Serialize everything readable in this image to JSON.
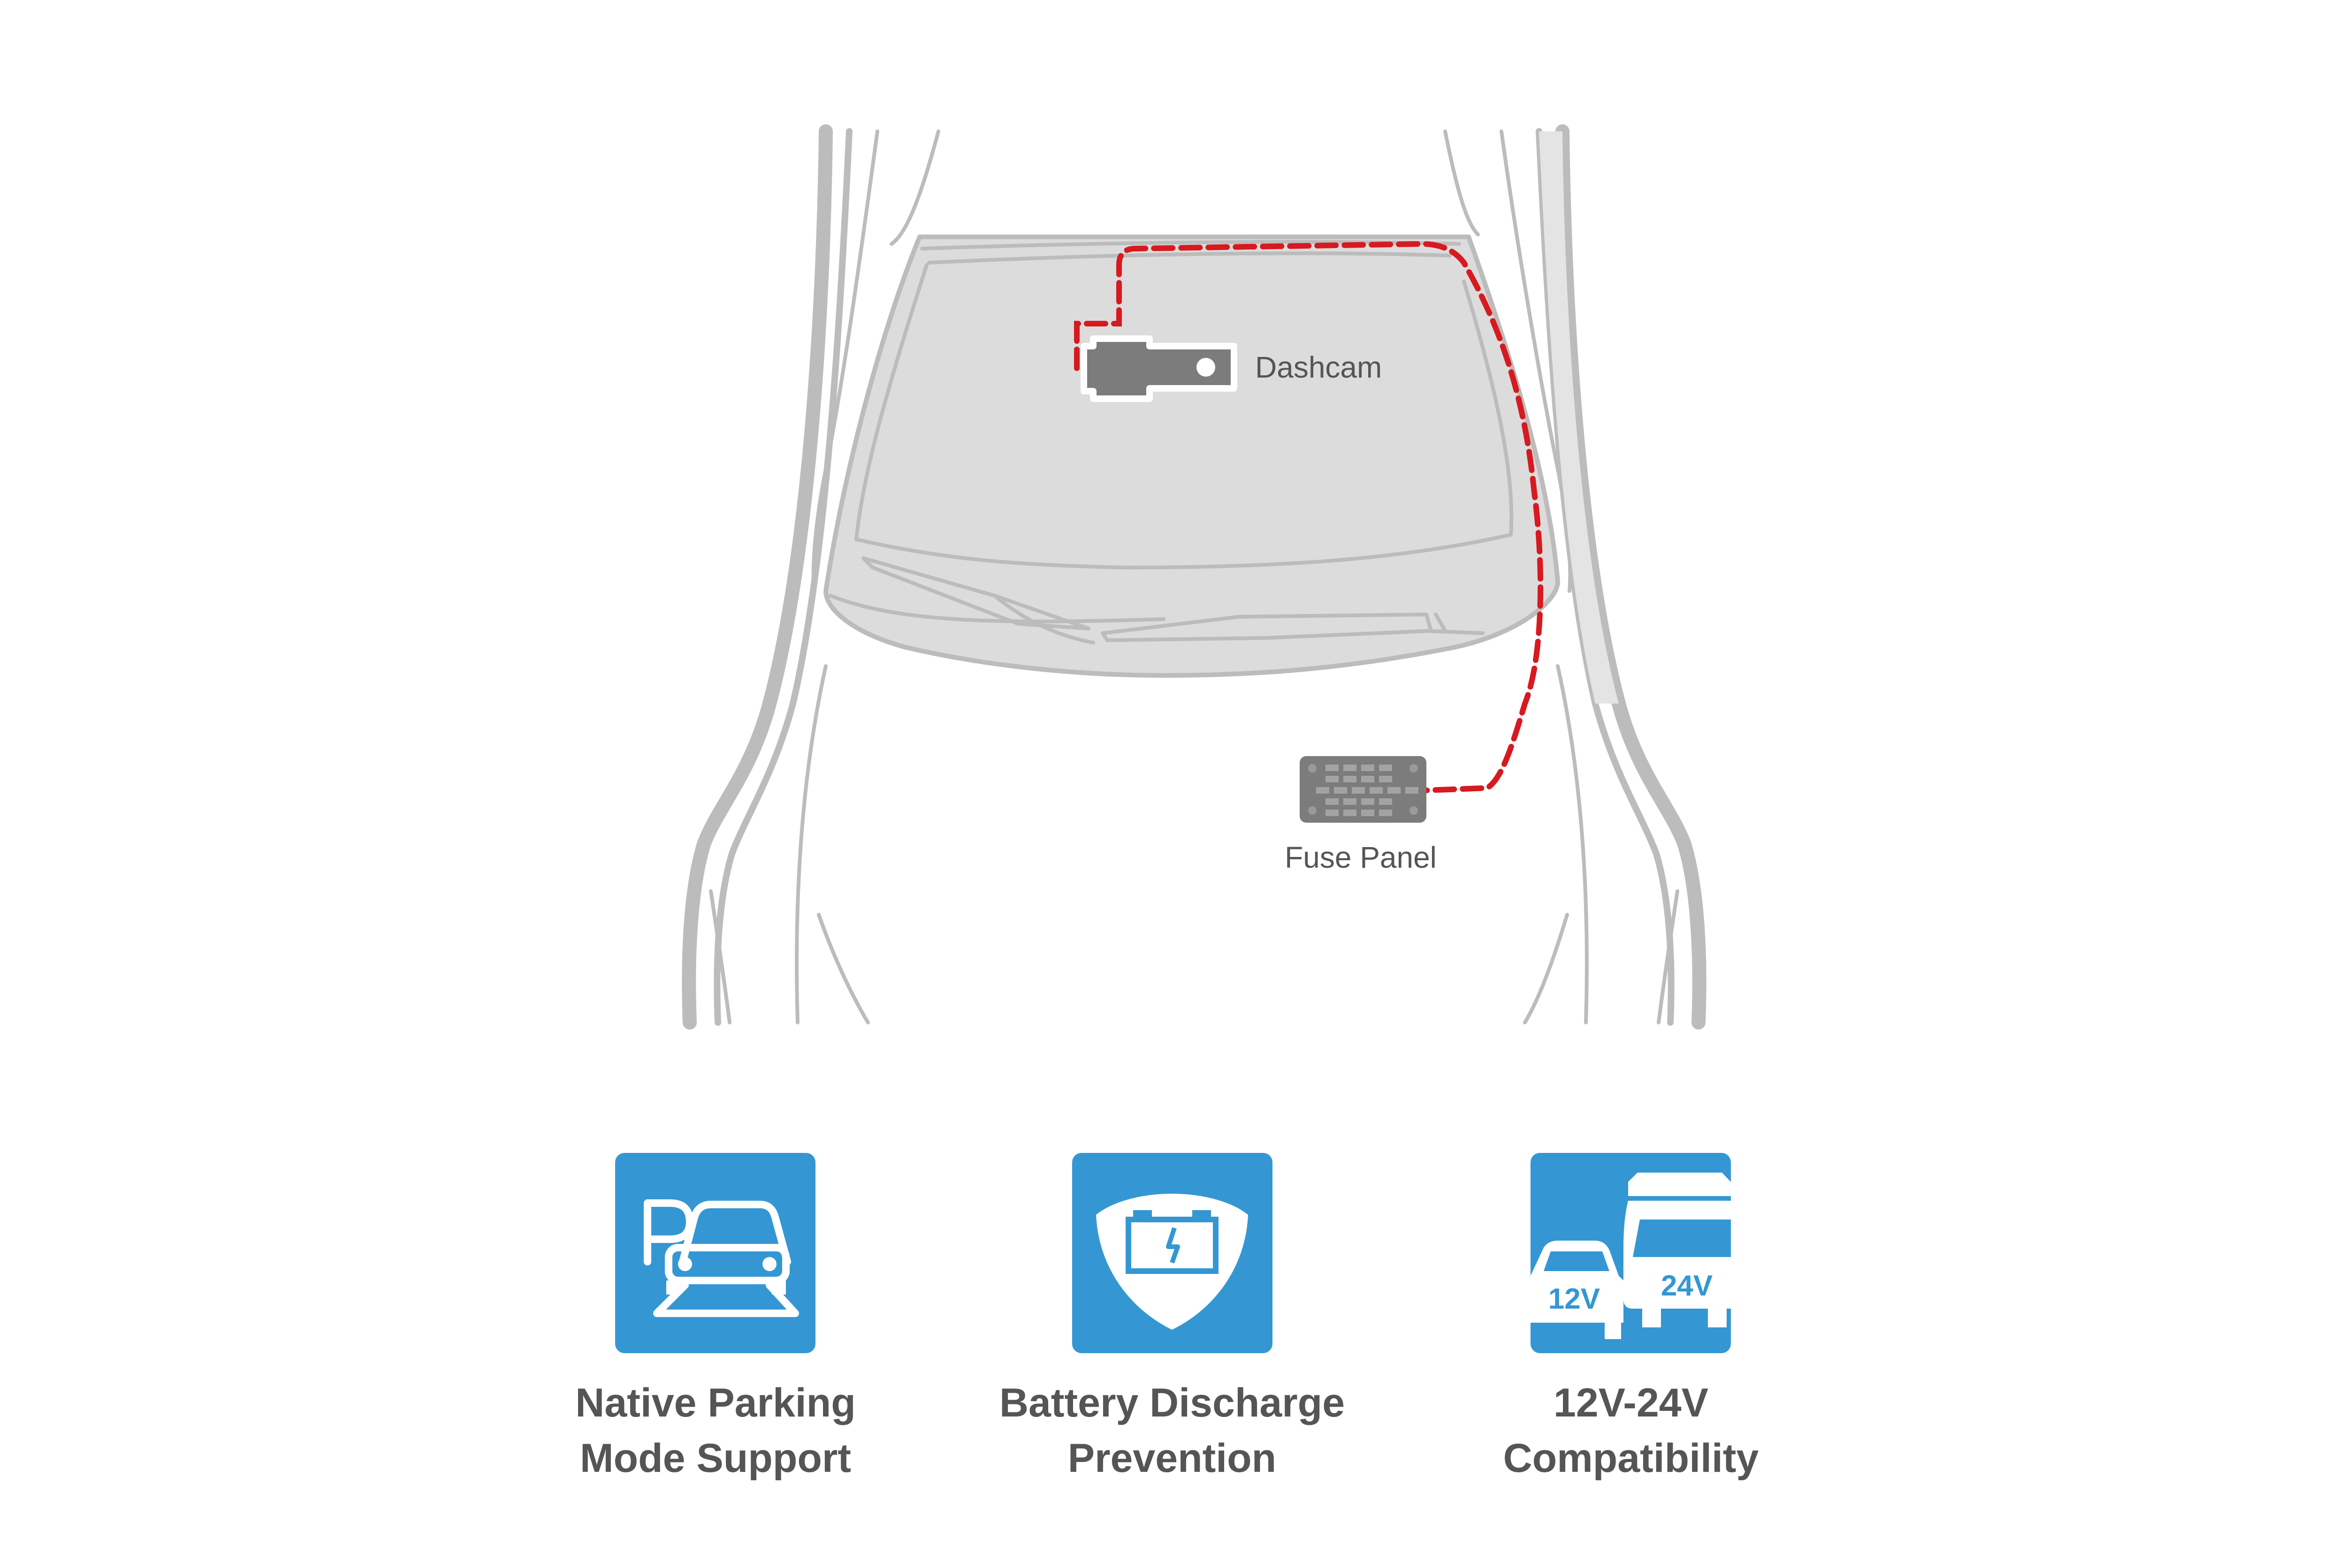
{
  "diagram": {
    "dashcam_label": "Dashcam",
    "fuse_label": "Fuse Panel"
  },
  "features": [
    {
      "line1": "Native Parking",
      "line2": "Mode Support",
      "icon": "parking-car-icon"
    },
    {
      "line1": "Battery Discharge",
      "line2": "Prevention",
      "icon": "battery-shield-icon"
    },
    {
      "line1": "12V-24V",
      "line2": "Compatibility",
      "icon": "vehicles-voltage-icon"
    }
  ],
  "voltage_badges": {
    "car": "12V",
    "truck": "24V"
  },
  "colors": {
    "accent_blue": "#3497d3",
    "cable_red": "#d71920",
    "device_gray": "#7c7c7c",
    "glass_gray": "#dcdcdc"
  }
}
